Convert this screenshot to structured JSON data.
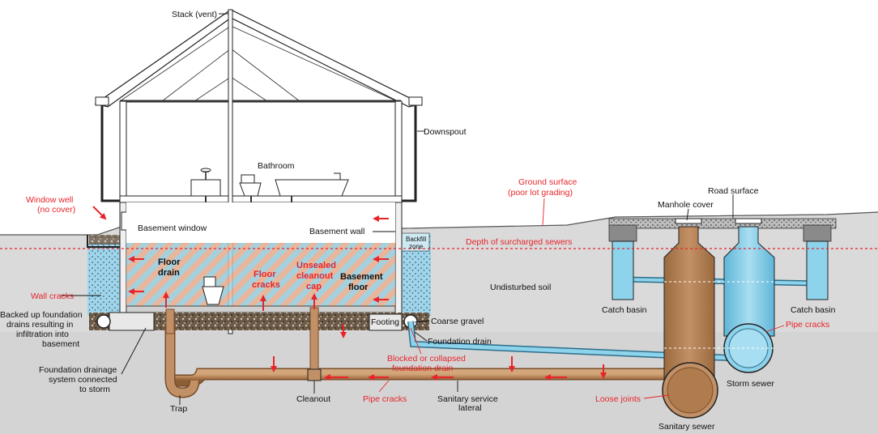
{
  "labels": {
    "stack_vent": "Stack (vent)",
    "downspout": "Downspout",
    "bathroom": "Bathroom",
    "ground_surface_1": "Ground surface",
    "ground_surface_2": "(poor lot grading)",
    "road_surface": "Road surface",
    "manhole_cover": "Manhole cover",
    "window_well_1": "Window well",
    "window_well_2": "(no cover)",
    "basement_window": "Basement window",
    "basement_wall": "Basement wall",
    "depth_surcharged": "Depth of surcharged sewers",
    "backfill_1": "Backfill",
    "backfill_2": "zone",
    "wall_cracks": "Wall cracks",
    "floor_drain_1": "Floor",
    "floor_drain_2": "drain",
    "floor_cracks_1": "Floor",
    "floor_cracks_2": "cracks",
    "unsealed_1": "Unsealed",
    "unsealed_2": "cleanout",
    "unsealed_3": "cap",
    "basement_floor_1": "Basement",
    "basement_floor_2": "floor",
    "undisturbed_soil": "Undisturbed soil",
    "catch_basin_left": "Catch basin",
    "catch_basin_right": "Catch basin",
    "backed_up_1": "Backed up foundation",
    "backed_up_2": "drains resulting in",
    "backed_up_3": "infiltration into",
    "backed_up_4": "basement",
    "coarse_gravel": "Coarse gravel",
    "footing": "Footing",
    "foundation_drain": "Foundation drain",
    "pipe_cracks_right": "Pipe cracks",
    "blocked_1": "Blocked or collapsed",
    "blocked_2": "foundation drain",
    "foundation_system_1": "Foundation drainage",
    "foundation_system_2": "system connected",
    "foundation_system_3": "to storm",
    "storm_sewer": "Storm sewer",
    "loose_joints": "Loose joints",
    "pipe_cracks_bottom": "Pipe cracks",
    "cleanout": "Cleanout",
    "sanitary_lateral_1": "Sanitary service",
    "sanitary_lateral_2": "lateral",
    "trap": "Trap",
    "sanitary_sewer": "Sanitary sewer"
  },
  "colors": {
    "red": "#e8242a",
    "storm_blue": "#7fcbe8",
    "sanitary_brown": "#b78a5a",
    "soil_gray": "#d9d9d9",
    "hatch_orange": "#e8a27a",
    "hatch_blue": "#8fc9dc",
    "gravel": "#5a4a3a"
  }
}
